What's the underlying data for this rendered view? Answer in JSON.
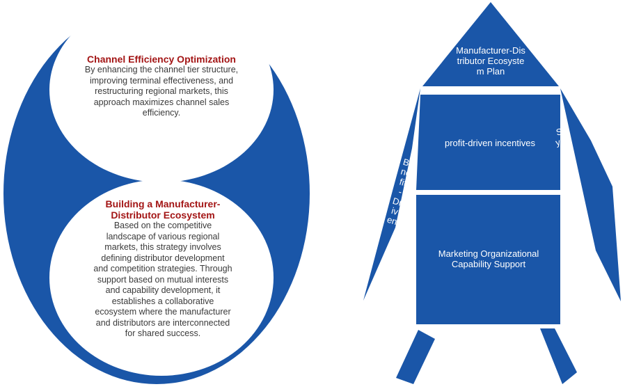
{
  "circles": [
    {
      "title": "Channel Efficiency Optimization",
      "body": "By enhancing the channel tier structure, improving terminal effectiveness, and restructuring regional markets, this approach maximizes channel sales efficiency."
    },
    {
      "title": "Building a Manufacturer-Distributor Ecosystem",
      "body": "Based on the competitive landscape of various regional markets, this strategy involves defining distributor development and competition strategies. Through support based on mutual interests and capability development, it establishes a collaborative ecosystem where the manufacturer and distributors are interconnected for shared success."
    }
  ],
  "rocket": {
    "nose": "Manufacturer-Distributor Ecosystem Plan",
    "middle": "profit-driven incentives",
    "bottom": "Marketing Organizational Capability Support",
    "left_fin": "Benefit-Driven",
    "right_fin": "Symbiotic Mechanism-Driven"
  },
  "colors": {
    "blue": "#1a56a8",
    "title_red": "#a31515"
  }
}
